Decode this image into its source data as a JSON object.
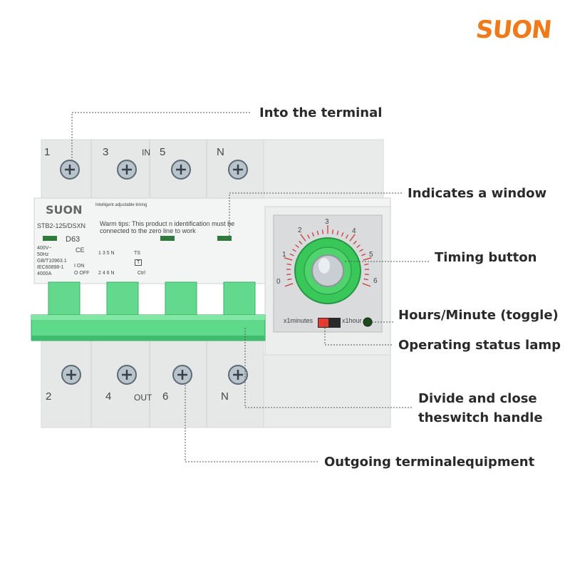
{
  "brand": {
    "logo_text": "SUON",
    "color": "#f07a1a"
  },
  "callouts": {
    "into_terminal": "Into the terminal",
    "indicates_window": "Indicates a window",
    "timing_button": "Timing button",
    "hours_minute_toggle": "Hours/Minute (toggle)",
    "operating_lamp": "Operating status lamp",
    "divide_close_line1": "Divide and close",
    "divide_close_line2": "theswitch handle",
    "outgoing_terminal": "Outgoing terminalequipment"
  },
  "device": {
    "top_terminals": [
      "1",
      "3",
      "5",
      "N"
    ],
    "top_in_label": "IN",
    "bottom_terminals": [
      "2",
      "4",
      "6",
      "N"
    ],
    "bottom_out_label": "OUT",
    "header_small": "Intelligent adjustable timing",
    "model": "STB2-125/DSXN",
    "warm_tips_line1": "Warm tips: This product n identification must be",
    "warm_tips_line2": "connected to the zero line to work",
    "rating": "D63",
    "ce": "CE",
    "voltage": "400V~",
    "frequency": "50Hz",
    "standard1": "GB/T10963.1",
    "standard2": "IEC60898-1",
    "breaking": "4000A",
    "on_label": "I ON",
    "off_label": "O OFF",
    "ts_label": "TS",
    "t_label": "T",
    "ctrl_label": "Ctrl",
    "pole_top": "1 3 5 N",
    "pole_bottom": "2 4 6 N",
    "dial_numbers": [
      "0",
      "1",
      "2",
      "3",
      "4",
      "5",
      "6"
    ],
    "x1minutes": "x1minutes",
    "x1hour": "x1hour"
  },
  "colors": {
    "handle_green": "#5fd98a",
    "body": "#e9ebea",
    "dial_green": "#39c75a"
  }
}
